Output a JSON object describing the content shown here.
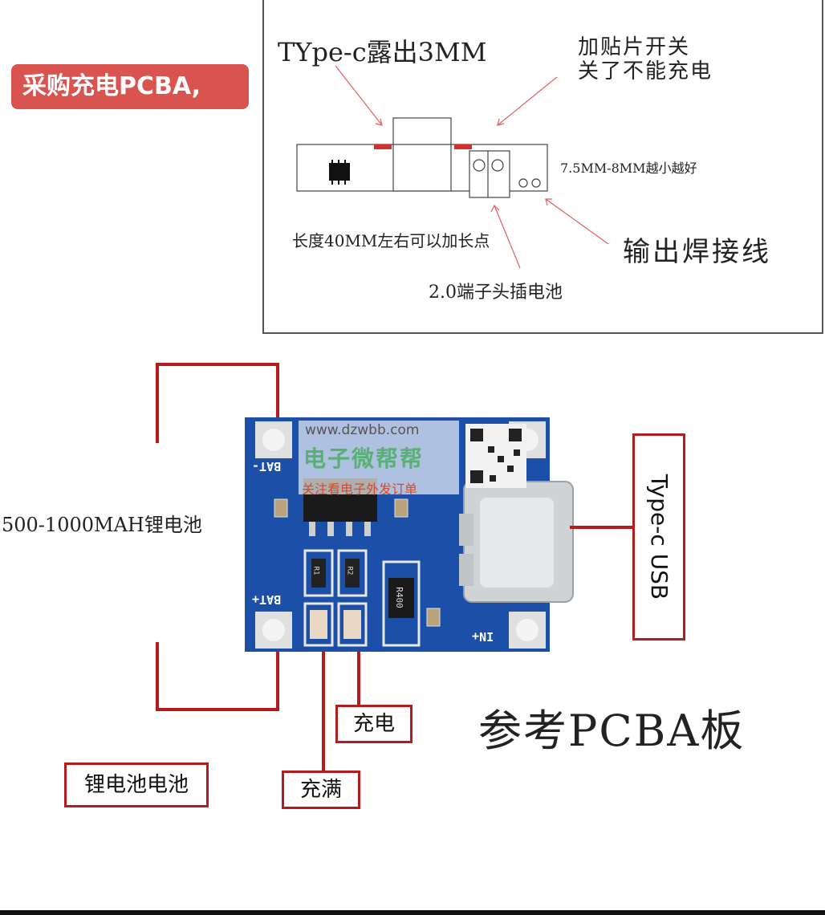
{
  "tag": "采购充电PCBA,",
  "sketch": {
    "typec_label": "TYpe-c露出3MM",
    "switch_label_1": "加贴片开关",
    "switch_label_2": "关了不能充电",
    "width_label": "7.5MM-8MM越小越好",
    "length_label": "长度40MM左右可以加长点",
    "output_label": "输出焊接线",
    "terminal_label": "2.0端子头插电池"
  },
  "pcb": {
    "bat_minus": "BAT-",
    "bat_plus": "BAT+",
    "in_plus": "IN+",
    "r1": "R1",
    "r2": "R2",
    "r400": "R400"
  },
  "watermark": {
    "url": "www.dzwbb.com",
    "name": "电子微帮帮",
    "slogan": "关注看电子外发订单"
  },
  "labels": {
    "battery_capacity": "500-1000MAH锂电池",
    "typec_usb": "Type-c USB",
    "charging": "充电",
    "full": "充满",
    "li_battery": "锂电池电池",
    "ref_pcba": "参考PCBA板"
  },
  "colors": {
    "tag_bg": "#d9534f",
    "annotation_red": "#b71c1c",
    "pcb_blue": "#1b4fa8"
  }
}
